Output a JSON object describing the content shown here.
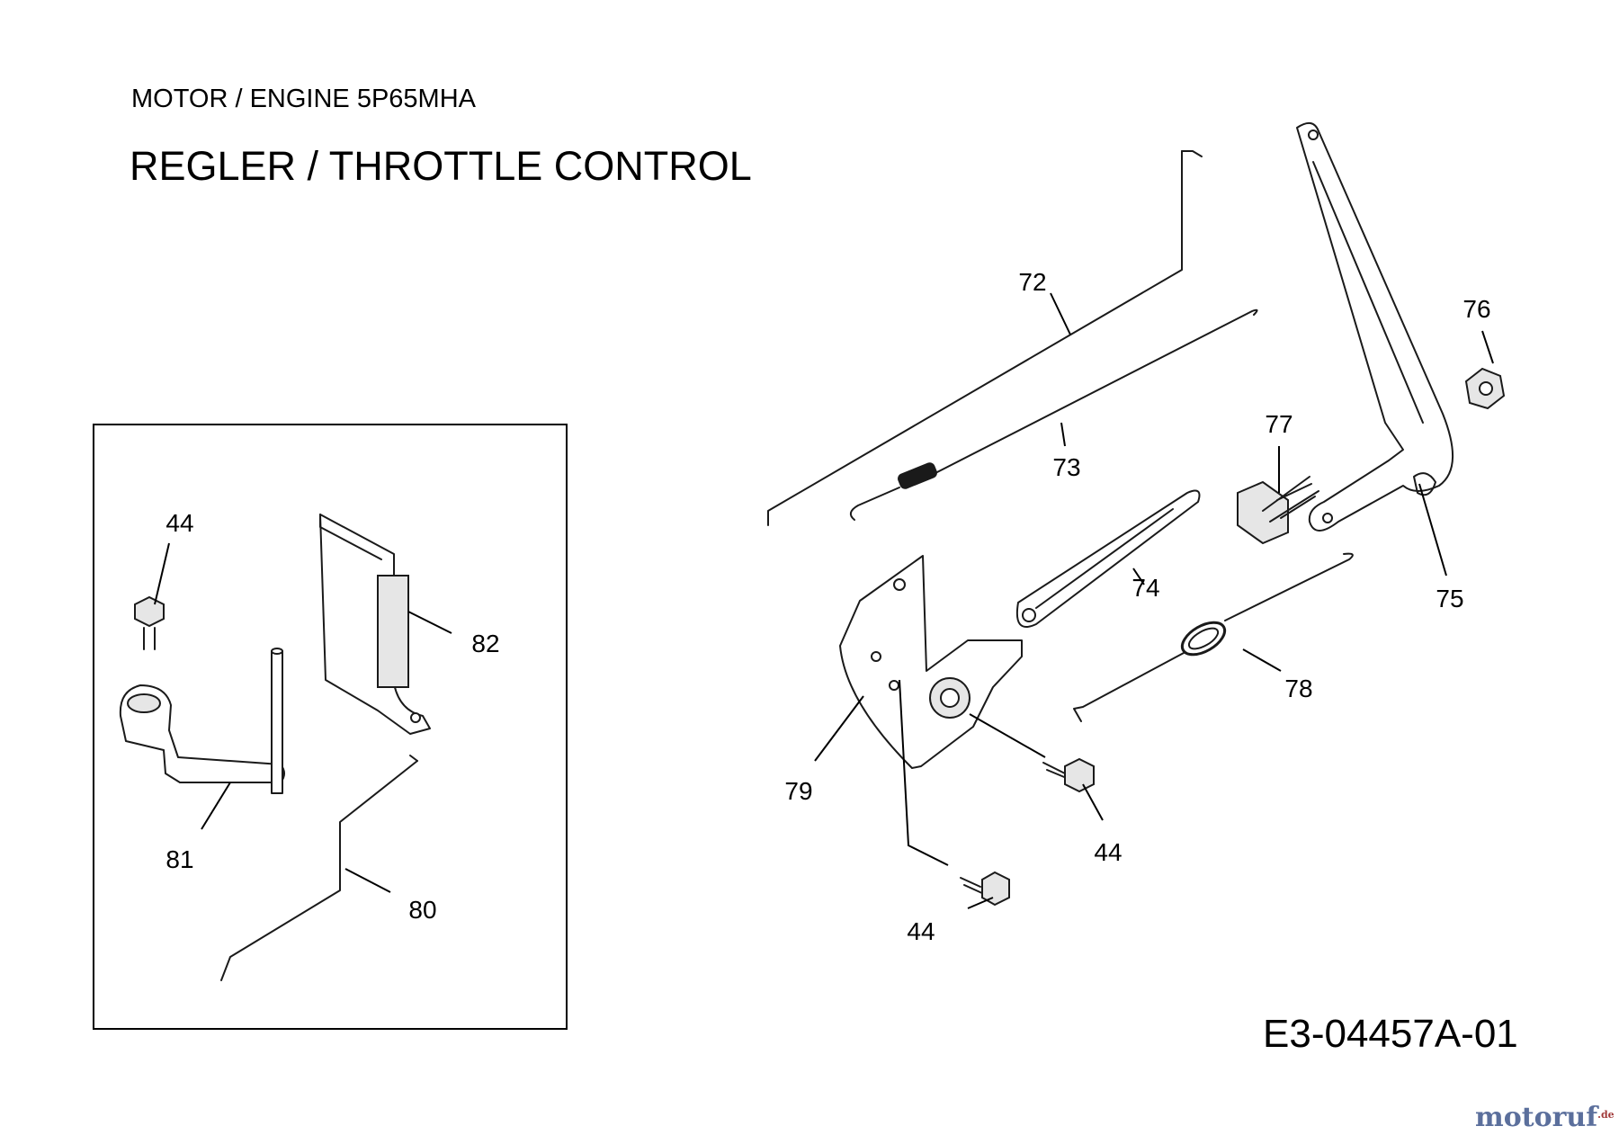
{
  "header": {
    "subtitle": "MOTOR / ENGINE 5P65MHA",
    "title": "REGLER / THROTTLE CONTROL"
  },
  "drawing_number": "E3-04457A-01",
  "watermark": {
    "name": "motoruf",
    "suffix": ".de"
  },
  "callouts": {
    "c72": "72",
    "c73": "73",
    "c74": "74",
    "c75": "75",
    "c76": "76",
    "c77": "77",
    "c78": "78",
    "c79": "79",
    "c80": "80",
    "c81": "81",
    "c82": "82",
    "c44a": "44",
    "c44b": "44",
    "c44c": "44"
  },
  "colors": {
    "line": "#1a1a1a",
    "watermark_text": "#5b6f9c",
    "watermark_suffix": "#a23b3b"
  }
}
